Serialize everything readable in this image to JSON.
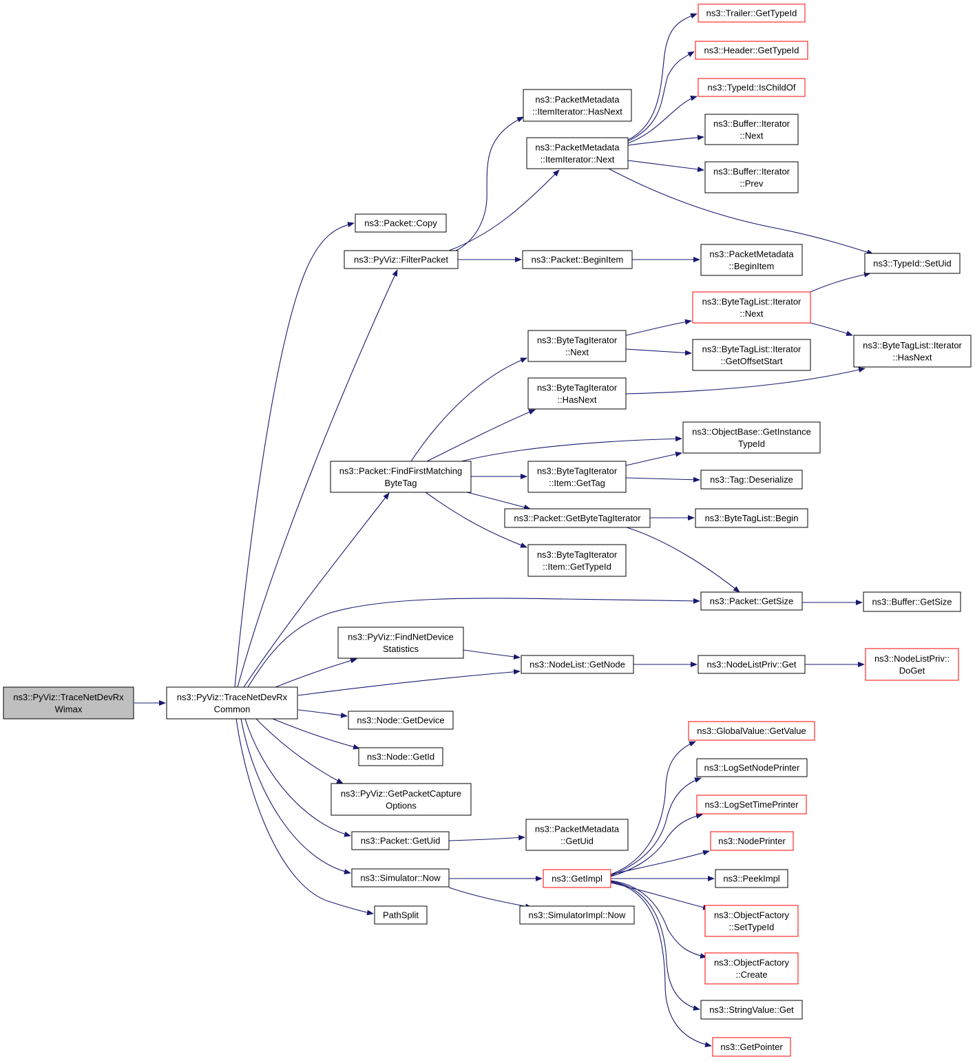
{
  "colors": {
    "edge": "#191970",
    "border_default": "#000000",
    "border_external": "#ff0000",
    "fill_root": "#bfbfbf",
    "fill_default": "#ffffff"
  },
  "nodes": [
    {
      "id": "n_wimax",
      "lines": [
        "ns3::PyViz::TraceNetDevRx",
        "Wimax"
      ],
      "style": "root"
    },
    {
      "id": "n_common",
      "lines": [
        "ns3::PyViz::TraceNetDevRx",
        "Common"
      ],
      "style": "normal"
    },
    {
      "id": "n_copy",
      "lines": [
        "ns3::Packet::Copy"
      ],
      "style": "normal"
    },
    {
      "id": "n_filter",
      "lines": [
        "ns3::PyViz::FilterPacket"
      ],
      "style": "normal"
    },
    {
      "id": "n_ffm",
      "lines": [
        "ns3::Packet::FindFirstMatching",
        "ByteTag"
      ],
      "style": "normal"
    },
    {
      "id": "n_fnds",
      "lines": [
        "ns3::PyViz::FindNetDevice",
        "Statistics"
      ],
      "style": "normal"
    },
    {
      "id": "n_getdevice",
      "lines": [
        "ns3::Node::GetDevice"
      ],
      "style": "normal"
    },
    {
      "id": "n_nodegetid",
      "lines": [
        "ns3::Node::GetId"
      ],
      "style": "normal"
    },
    {
      "id": "n_gpco",
      "lines": [
        "ns3::PyViz::GetPacketCapture",
        "Options"
      ],
      "style": "normal"
    },
    {
      "id": "n_getuid",
      "lines": [
        "ns3::Packet::GetUid"
      ],
      "style": "normal"
    },
    {
      "id": "n_simnow",
      "lines": [
        "ns3::Simulator::Now"
      ],
      "style": "normal"
    },
    {
      "id": "n_pathsplit",
      "lines": [
        "PathSplit"
      ],
      "style": "normal"
    },
    {
      "id": "n_pm_hasnext",
      "lines": [
        "ns3::PacketMetadata",
        "::ItemIterator::HasNext"
      ],
      "style": "normal"
    },
    {
      "id": "n_pm_next",
      "lines": [
        "ns3::PacketMetadata",
        "::ItemIterator::Next"
      ],
      "style": "normal"
    },
    {
      "id": "n_beginitem",
      "lines": [
        "ns3::Packet::BeginItem"
      ],
      "style": "normal"
    },
    {
      "id": "n_bti_next",
      "lines": [
        "ns3::ByteTagIterator",
        "::Next"
      ],
      "style": "normal"
    },
    {
      "id": "n_bti_hasnext",
      "lines": [
        "ns3::ByteTagIterator",
        "::HasNext"
      ],
      "style": "normal"
    },
    {
      "id": "n_bti_gettag",
      "lines": [
        "ns3::ByteTagIterator",
        "::Item::GetTag"
      ],
      "style": "normal"
    },
    {
      "id": "n_getbti",
      "lines": [
        "ns3::Packet::GetByteTagIterator"
      ],
      "style": "normal"
    },
    {
      "id": "n_bti_gettypeid",
      "lines": [
        "ns3::ByteTagIterator",
        "::Item::GetTypeId"
      ],
      "style": "normal"
    },
    {
      "id": "n_getnode",
      "lines": [
        "ns3::NodeList::GetNode"
      ],
      "style": "normal"
    },
    {
      "id": "n_pm_getuid",
      "lines": [
        "ns3::PacketMetadata",
        "::GetUid"
      ],
      "style": "normal"
    },
    {
      "id": "n_getimpl",
      "lines": [
        "ns3::GetImpl"
      ],
      "style": "external"
    },
    {
      "id": "n_simimplnow",
      "lines": [
        "ns3::SimulatorImpl::Now"
      ],
      "style": "normal"
    },
    {
      "id": "n_trailer",
      "lines": [
        "ns3::Trailer::GetTypeId"
      ],
      "style": "external"
    },
    {
      "id": "n_header",
      "lines": [
        "ns3::Header::GetTypeId"
      ],
      "style": "external"
    },
    {
      "id": "n_ischildof",
      "lines": [
        "ns3::TypeId::IsChildOf"
      ],
      "style": "external"
    },
    {
      "id": "n_buf_next",
      "lines": [
        "ns3::Buffer::Iterator",
        "::Next"
      ],
      "style": "normal"
    },
    {
      "id": "n_buf_prev",
      "lines": [
        "ns3::Buffer::Iterator",
        "::Prev"
      ],
      "style": "normal"
    },
    {
      "id": "n_pm_beginitem",
      "lines": [
        "ns3::PacketMetadata",
        "::BeginItem"
      ],
      "style": "normal"
    },
    {
      "id": "n_btl_next",
      "lines": [
        "ns3::ByteTagList::Iterator",
        "::Next"
      ],
      "style": "external"
    },
    {
      "id": "n_btl_gos",
      "lines": [
        "ns3::ByteTagList::Iterator",
        "::GetOffsetStart"
      ],
      "style": "normal"
    },
    {
      "id": "n_ob_git",
      "lines": [
        "ns3::ObjectBase::GetInstance",
        "TypeId"
      ],
      "style": "normal"
    },
    {
      "id": "n_tag_deser",
      "lines": [
        "ns3::Tag::Deserialize"
      ],
      "style": "normal"
    },
    {
      "id": "n_btl_begin",
      "lines": [
        "ns3::ByteTagList::Begin"
      ],
      "style": "normal"
    },
    {
      "id": "n_pkt_getsize",
      "lines": [
        "ns3::Packet::GetSize"
      ],
      "style": "normal"
    },
    {
      "id": "n_nlp_get",
      "lines": [
        "ns3::NodeListPriv::Get"
      ],
      "style": "normal"
    },
    {
      "id": "n_gv_getvalue",
      "lines": [
        "ns3::GlobalValue::GetValue"
      ],
      "style": "external"
    },
    {
      "id": "n_logsetnode",
      "lines": [
        "ns3::LogSetNodePrinter"
      ],
      "style": "normal"
    },
    {
      "id": "n_logsettime",
      "lines": [
        "ns3::LogSetTimePrinter"
      ],
      "style": "external"
    },
    {
      "id": "n_nodeprinter",
      "lines": [
        "ns3::NodePrinter"
      ],
      "style": "external"
    },
    {
      "id": "n_peekimpl",
      "lines": [
        "ns3::PeekImpl"
      ],
      "style": "normal"
    },
    {
      "id": "n_of_settypeid",
      "lines": [
        "ns3::ObjectFactory",
        "::SetTypeId"
      ],
      "style": "external"
    },
    {
      "id": "n_of_create",
      "lines": [
        "ns3::ObjectFactory",
        "::Create"
      ],
      "style": "external"
    },
    {
      "id": "n_sv_get",
      "lines": [
        "ns3::StringValue::Get"
      ],
      "style": "normal"
    },
    {
      "id": "n_getpointer",
      "lines": [
        "ns3::GetPointer"
      ],
      "style": "external"
    },
    {
      "id": "n_typeid_setuid",
      "lines": [
        "ns3::TypeId::SetUid"
      ],
      "style": "normal"
    },
    {
      "id": "n_btl_hasnext",
      "lines": [
        "ns3::ByteTagList::Iterator",
        "::HasNext"
      ],
      "style": "normal"
    },
    {
      "id": "n_buf_getsize",
      "lines": [
        "ns3::Buffer::GetSize"
      ],
      "style": "normal"
    },
    {
      "id": "n_nlp_doget",
      "lines": [
        "ns3::NodeListPriv::",
        "DoGet"
      ],
      "style": "external"
    }
  ],
  "edges": [
    [
      "n_wimax",
      "n_common"
    ],
    [
      "n_common",
      "n_copy"
    ],
    [
      "n_common",
      "n_filter"
    ],
    [
      "n_common",
      "n_ffm"
    ],
    [
      "n_common",
      "n_pkt_getsize"
    ],
    [
      "n_common",
      "n_fnds"
    ],
    [
      "n_common",
      "n_getnode"
    ],
    [
      "n_common",
      "n_getdevice"
    ],
    [
      "n_common",
      "n_nodegetid"
    ],
    [
      "n_common",
      "n_gpco"
    ],
    [
      "n_common",
      "n_getuid"
    ],
    [
      "n_common",
      "n_simnow"
    ],
    [
      "n_common",
      "n_pathsplit"
    ],
    [
      "n_filter",
      "n_pm_hasnext"
    ],
    [
      "n_filter",
      "n_pm_next"
    ],
    [
      "n_filter",
      "n_beginitem"
    ],
    [
      "n_pm_next",
      "n_trailer"
    ],
    [
      "n_pm_next",
      "n_header"
    ],
    [
      "n_pm_next",
      "n_ischildof"
    ],
    [
      "n_pm_next",
      "n_buf_next"
    ],
    [
      "n_pm_next",
      "n_buf_prev"
    ],
    [
      "n_pm_next",
      "n_typeid_setuid"
    ],
    [
      "n_beginitem",
      "n_pm_beginitem"
    ],
    [
      "n_ffm",
      "n_bti_next"
    ],
    [
      "n_ffm",
      "n_bti_hasnext"
    ],
    [
      "n_ffm",
      "n_ob_git"
    ],
    [
      "n_ffm",
      "n_bti_gettag"
    ],
    [
      "n_ffm",
      "n_getbti"
    ],
    [
      "n_ffm",
      "n_bti_gettypeid"
    ],
    [
      "n_bti_next",
      "n_btl_next"
    ],
    [
      "n_bti_next",
      "n_btl_gos"
    ],
    [
      "n_bti_hasnext",
      "n_btl_hasnext"
    ],
    [
      "n_btl_next",
      "n_typeid_setuid"
    ],
    [
      "n_btl_next",
      "n_btl_hasnext"
    ],
    [
      "n_bti_gettag",
      "n_ob_git"
    ],
    [
      "n_bti_gettag",
      "n_tag_deser"
    ],
    [
      "n_getbti",
      "n_btl_begin"
    ],
    [
      "n_getbti",
      "n_pkt_getsize"
    ],
    [
      "n_pkt_getsize",
      "n_buf_getsize"
    ],
    [
      "n_fnds",
      "n_getnode"
    ],
    [
      "n_getnode",
      "n_nlp_get"
    ],
    [
      "n_nlp_get",
      "n_nlp_doget"
    ],
    [
      "n_getuid",
      "n_pm_getuid"
    ],
    [
      "n_simnow",
      "n_getimpl"
    ],
    [
      "n_simnow",
      "n_simimplnow"
    ],
    [
      "n_getimpl",
      "n_gv_getvalue"
    ],
    [
      "n_getimpl",
      "n_logsetnode"
    ],
    [
      "n_getimpl",
      "n_logsettime"
    ],
    [
      "n_getimpl",
      "n_nodeprinter"
    ],
    [
      "n_getimpl",
      "n_peekimpl"
    ],
    [
      "n_getimpl",
      "n_of_settypeid"
    ],
    [
      "n_getimpl",
      "n_of_create"
    ],
    [
      "n_getimpl",
      "n_sv_get"
    ],
    [
      "n_getimpl",
      "n_getpointer"
    ]
  ]
}
